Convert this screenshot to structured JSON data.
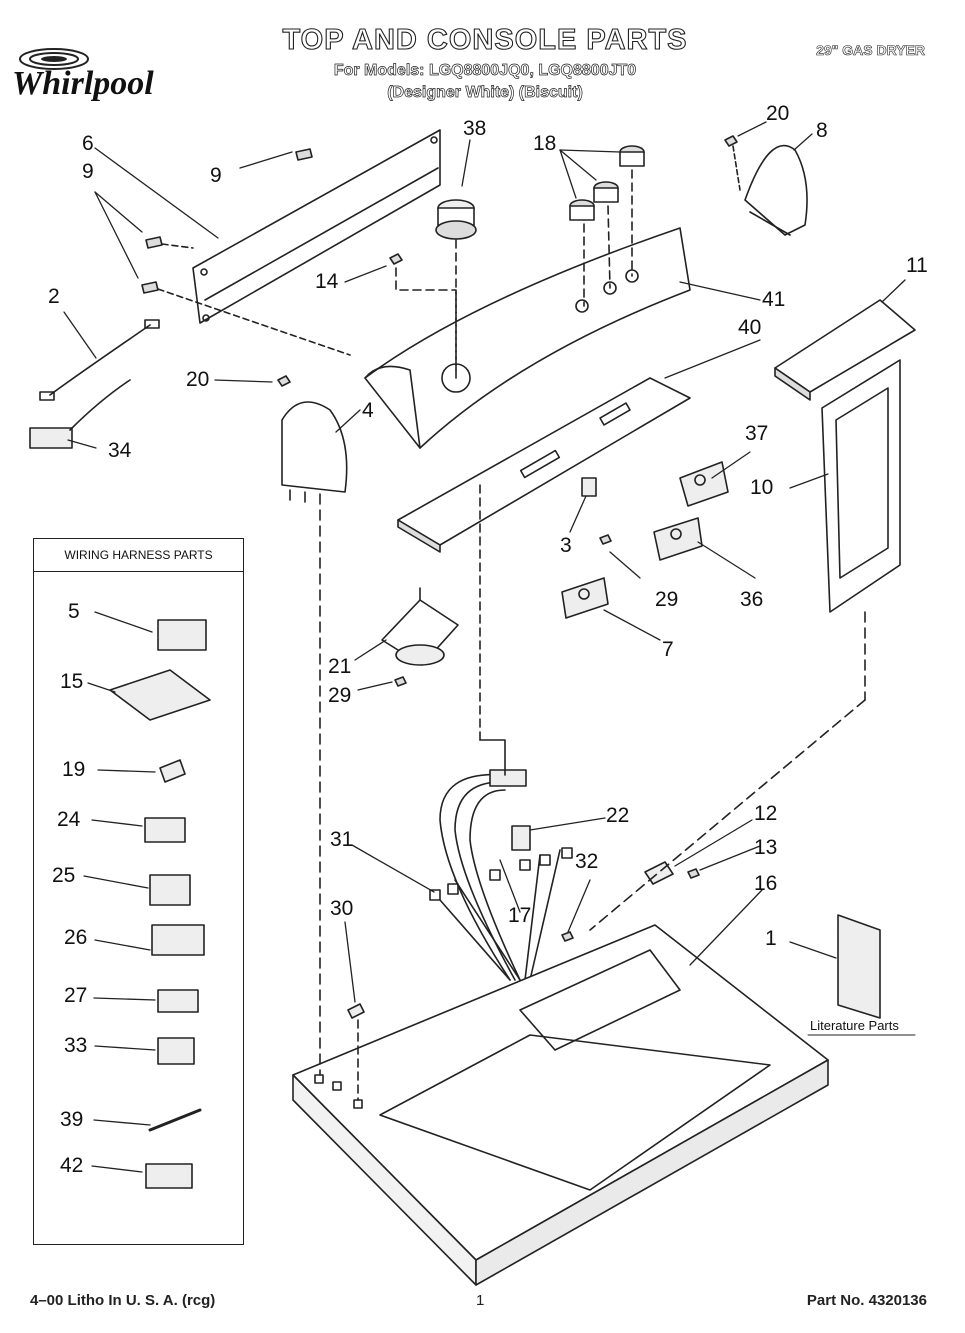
{
  "header": {
    "brand": "Whirlpool",
    "title": "TOP AND CONSOLE PARTS",
    "models_line": "For Models: LGQ8800JQ0, LGQ8800JT0",
    "colors_line": "(Designer White)  (Biscuit)",
    "product": "29\" GAS DRYER"
  },
  "harness_panel": {
    "title": "WIRING HARNESS PARTS",
    "labels": [
      "5",
      "15",
      "19",
      "24",
      "25",
      "26",
      "27",
      "33",
      "39",
      "42"
    ]
  },
  "callouts": [
    "1",
    "2",
    "3",
    "4",
    "6",
    "7",
    "8",
    "9",
    "9",
    "10",
    "11",
    "12",
    "13",
    "14",
    "16",
    "17",
    "18",
    "20",
    "20",
    "21",
    "22",
    "29",
    "29",
    "30",
    "31",
    "32",
    "34",
    "36",
    "37",
    "38",
    "40",
    "41"
  ],
  "literature_label": "Literature Parts",
  "footer": {
    "left": "4–00 Litho In U. S. A. (rcg)",
    "page": "1",
    "part_no": "Part No. 4320136"
  }
}
